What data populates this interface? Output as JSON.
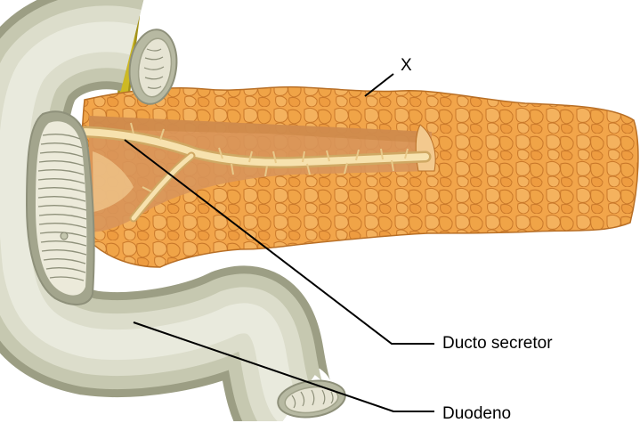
{
  "labels": {
    "x": "X",
    "duct": "Ducto secretor",
    "duodenum": "Duodeno"
  },
  "colors": {
    "pancreas_fill": "#F2A54A",
    "pancreas_lobule_line": "#C9782A",
    "pancreas_interior": "#D8955A",
    "duct": "#F5DDA5",
    "duct_outline": "#CFA863",
    "duodenum_outer": "#C9CBB2",
    "duodenum_light": "#E5E6D6",
    "duodenum_shadow": "#A4A68C",
    "mucosa": "#EDEBDC",
    "bile_duct": "#C7B41C",
    "leader_line": "#000000"
  }
}
